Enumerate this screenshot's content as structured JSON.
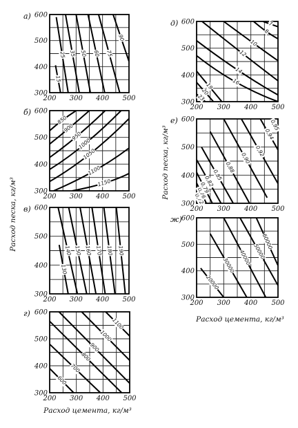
{
  "figure": {
    "ylabel": "Расход песка, кг/м³",
    "xlabel": "Расход цемента, кг/м³"
  },
  "chart_data": [
    {
      "type": "line",
      "panel_label": "а)",
      "xlim": [
        200,
        500
      ],
      "ylim": [
        300,
        600
      ],
      "xticks": [
        "200",
        "300",
        "400",
        "500"
      ],
      "yticks": [
        "300",
        "400",
        "500",
        "600"
      ],
      "grid": true,
      "series": [
        {
          "name": "15",
          "x": [
            222,
            241
          ],
          "y": [
            405,
            300
          ]
        },
        {
          "name": "25",
          "x": [
            225,
            270
          ],
          "y": [
            590,
            300
          ]
        },
        {
          "name": "35",
          "x": [
            260,
            312
          ],
          "y": [
            600,
            300
          ]
        },
        {
          "name": "50",
          "x": [
            300,
            354
          ],
          "y": [
            600,
            300
          ]
        },
        {
          "name": "60",
          "x": [
            345,
            408
          ],
          "y": [
            600,
            300
          ]
        },
        {
          "name": "75",
          "x": [
            385,
            465
          ],
          "y": [
            600,
            300
          ]
        },
        {
          "name": "90",
          "x": [
            440,
            500
          ],
          "y": [
            600,
            420
          ]
        }
      ]
    },
    {
      "type": "line",
      "panel_label": "б)",
      "xlim": [
        200,
        500
      ],
      "ylim": [
        300,
        600
      ],
      "xticks": [
        "200",
        "300",
        "400",
        "500"
      ],
      "yticks": [
        "300",
        "400",
        "500",
        "600"
      ],
      "grid": true,
      "series": [
        {
          "name": "850",
          "x": [
            200,
            245,
            300
          ],
          "y": [
            525,
            565,
            600
          ]
        },
        {
          "name": "900",
          "x": [
            200,
            270,
            350
          ],
          "y": [
            475,
            530,
            600
          ]
        },
        {
          "name": "950",
          "x": [
            200,
            300,
            410
          ],
          "y": [
            425,
            495,
            600
          ]
        },
        {
          "name": "1000",
          "x": [
            200,
            330,
            470
          ],
          "y": [
            380,
            460,
            600
          ]
        },
        {
          "name": "1050",
          "x": [
            200,
            350,
            500
          ],
          "y": [
            335,
            420,
            570
          ]
        },
        {
          "name": "1100",
          "x": [
            215,
            380,
            500
          ],
          "y": [
            300,
            370,
            460
          ]
        },
        {
          "name": "1150",
          "x": [
            285,
            420,
            500
          ],
          "y": [
            300,
            325,
            365
          ]
        }
      ]
    },
    {
      "type": "line",
      "panel_label": "в)",
      "xlim": [
        200,
        500
      ],
      "ylim": [
        300,
        600
      ],
      "xticks": [
        "200",
        "300",
        "400",
        "500"
      ],
      "yticks": [
        "300",
        "400",
        "500",
        "600"
      ],
      "grid": true,
      "series": [
        {
          "name": "130",
          "x": [
            236,
            270
          ],
          "y": [
            470,
            300
          ]
        },
        {
          "name": "140",
          "x": [
            232,
            305
          ],
          "y": [
            600,
            300
          ]
        },
        {
          "name": "150",
          "x": [
            272,
            340
          ],
          "y": [
            600,
            300
          ]
        },
        {
          "name": "160",
          "x": [
            315,
            375
          ],
          "y": [
            600,
            300
          ]
        },
        {
          "name": "170",
          "x": [
            360,
            410
          ],
          "y": [
            600,
            300
          ]
        },
        {
          "name": "180",
          "x": [
            405,
            447
          ],
          "y": [
            600,
            300
          ]
        },
        {
          "name": "190",
          "x": [
            452,
            486
          ],
          "y": [
            600,
            300
          ]
        }
      ]
    },
    {
      "type": "line",
      "panel_label": "г)",
      "xlim": [
        200,
        500
      ],
      "ylim": [
        300,
        600
      ],
      "xticks": [
        "200",
        "300",
        "400",
        "500"
      ],
      "yticks": [
        "300",
        "400",
        "500",
        "600"
      ],
      "grid": true,
      "series": [
        {
          "name": "600",
          "x": [
            200,
            290
          ],
          "y": [
            390,
            300
          ]
        },
        {
          "name": "700",
          "x": [
            200,
            390
          ],
          "y": [
            480,
            300
          ]
        },
        {
          "name": "800",
          "x": [
            200,
            470
          ],
          "y": [
            565,
            300
          ]
        },
        {
          "name": "900",
          "x": [
            235,
            500
          ],
          "y": [
            600,
            335
          ]
        },
        {
          "name": "1000",
          "x": [
            320,
            500
          ],
          "y": [
            600,
            420
          ]
        },
        {
          "name": "1100",
          "x": [
            410,
            500
          ],
          "y": [
            600,
            510
          ]
        }
      ]
    },
    {
      "type": "line",
      "panel_label": "д)",
      "xlim": [
        200,
        500
      ],
      "ylim": [
        300,
        600
      ],
      "xticks": [
        "200",
        "300",
        "400",
        "500"
      ],
      "yticks": [
        "300",
        "400",
        "500",
        "600"
      ],
      "grid": true,
      "series": [
        {
          "name": "23",
          "x": [
            200,
            232
          ],
          "y": [
            328,
            300
          ]
        },
        {
          "name": "20",
          "x": [
            200,
            262
          ],
          "y": [
            372,
            300
          ]
        },
        {
          "name": "19",
          "x": [
            200,
            293
          ],
          "y": [
            414,
            300
          ]
        },
        {
          "name": "16",
          "x": [
            200,
            340,
            500
          ],
          "y": [
            472,
            360,
            300
          ]
        },
        {
          "name": "14",
          "x": [
            200,
            360,
            500
          ],
          "y": [
            528,
            405,
            325
          ]
        },
        {
          "name": "12",
          "x": [
            220,
            380,
            500
          ],
          "y": [
            600,
            470,
            378
          ]
        },
        {
          "name": "10",
          "x": [
            300,
            420,
            500
          ],
          "y": [
            600,
            510,
            453
          ]
        },
        {
          "name": "8",
          "x": [
            410,
            460,
            500
          ],
          "y": [
            600,
            557,
            535
          ]
        },
        {
          "name": "7",
          "x": [
            445,
            500
          ],
          "y": [
            600,
            580
          ]
        }
      ]
    },
    {
      "type": "line",
      "panel_label": "е)",
      "xlim": [
        200,
        500
      ],
      "ylim": [
        300,
        600
      ],
      "xticks": [
        "200",
        "300",
        "400",
        "500"
      ],
      "yticks": [
        "300",
        "400",
        "500",
        "600"
      ],
      "grid": true,
      "series": [
        {
          "name": "0,72",
          "x": [
            200,
            218
          ],
          "y": [
            330,
            300
          ]
        },
        {
          "name": "0,76",
          "x": [
            200,
            236
          ],
          "y": [
            372,
            300
          ]
        },
        {
          "name": "0,79",
          "x": [
            200,
            258
          ],
          "y": [
            410,
            300
          ]
        },
        {
          "name": "0,82",
          "x": [
            200,
            290
          ],
          "y": [
            455,
            300
          ]
        },
        {
          "name": "0,85",
          "x": [
            218,
            335
          ],
          "y": [
            500,
            300
          ]
        },
        {
          "name": "0,88",
          "x": [
            250,
            395
          ],
          "y": [
            555,
            300
          ]
        },
        {
          "name": "0,90",
          "x": [
            300,
            460
          ],
          "y": [
            600,
            320
          ]
        },
        {
          "name": "0,92",
          "x": [
            365,
            500
          ],
          "y": [
            600,
            370
          ]
        },
        {
          "name": "0,94",
          "x": [
            435,
            500
          ],
          "y": [
            600,
            490
          ]
        },
        {
          "name": "0,95",
          "x": [
            475,
            500
          ],
          "y": [
            600,
            555
          ]
        }
      ]
    },
    {
      "type": "line",
      "panel_label": "ж)",
      "xlim": [
        200,
        500
      ],
      "ylim": [
        300,
        600
      ],
      "xticks": [
        "200",
        "300",
        "400",
        "500"
      ],
      "yticks": [
        "300",
        "400",
        "500",
        "600"
      ],
      "grid": true,
      "series": [
        {
          "name": "20000",
          "x": [
            215,
            300
          ],
          "y": [
            410,
            300
          ]
        },
        {
          "name": "30000",
          "x": [
            250,
            385
          ],
          "y": [
            540,
            300
          ]
        },
        {
          "name": "40000",
          "x": [
            300,
            455
          ],
          "y": [
            600,
            300
          ]
        },
        {
          "name": "50000",
          "x": [
            360,
            500
          ],
          "y": [
            600,
            345
          ]
        },
        {
          "name": "60000",
          "x": [
            420,
            500
          ],
          "y": [
            600,
            420
          ]
        }
      ]
    }
  ]
}
